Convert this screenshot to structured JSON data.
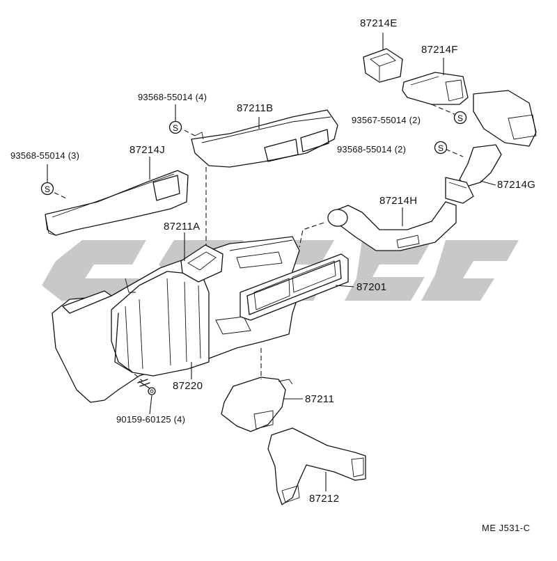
{
  "diagram": {
    "labels": {
      "p87214E": "87214E",
      "p87214F": "87214F",
      "p87211B": "87211B",
      "p87214J": "87214J",
      "p87214G": "87214G",
      "p87214H": "87214H",
      "p87211A": "87211A",
      "p87201": "87201",
      "p87220": "87220",
      "p87211": "87211",
      "p87212": "87212",
      "r93568a": "93568-55014 (4)",
      "r93568b": "93568-55014 (3)",
      "r93567": "93567-55014 (2)",
      "r93568c": "93568-55014 (2)",
      "r90159": "90159-60125 (4)",
      "s1": "S",
      "s2": "S",
      "s3": "S",
      "s4": "S",
      "code": "ME J531-C"
    },
    "icons": [
      "s-circle-icon",
      "screw-icon"
    ]
  }
}
